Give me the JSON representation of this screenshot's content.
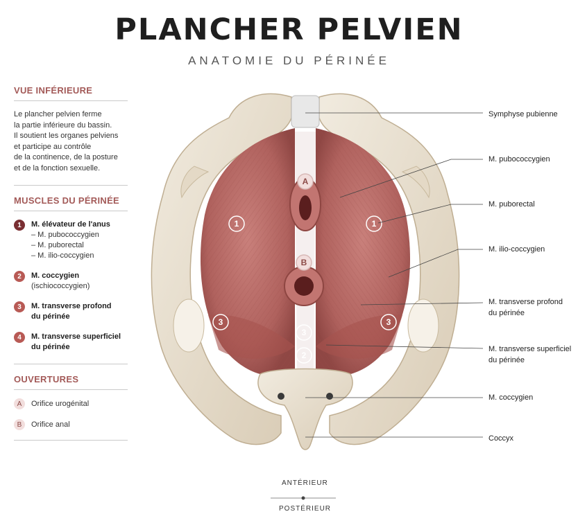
{
  "title": "PLANCHER PELVIEN",
  "subtitle": "ANATOMIE DU PÉRINÉE",
  "sidebar": {
    "section_inferior": "VUE INFÉRIEURE",
    "intro": "Le plancher pelvien ferme\nla partie inférieure du bassin.\nIl soutient les organes pelviens\net participe au contrôle\nde la continence, de la posture\net de la fonction sexuelle.",
    "section_muscles": "MUSCLES DU PÉRINÉE",
    "muscles": [
      {
        "num": "1",
        "name": "M. élévateur de l'anus",
        "subs": [
          "– M. pubococcygien",
          "– M. puborectal",
          "– M. ilio-coccygien"
        ]
      },
      {
        "num": "2",
        "name": "M. coccygien",
        "subs": [
          "(ischiococcygien)"
        ]
      },
      {
        "num": "3",
        "name": "M. transverse profond\ndu périnée",
        "subs": []
      },
      {
        "num": "4",
        "name": "M. transverse superficiel\ndu périnée",
        "subs": []
      }
    ],
    "section_openings": "OUVERTURES",
    "openings": [
      {
        "letter": "A",
        "label": "Orifice urogénital"
      },
      {
        "letter": "B",
        "label": "Orifice anal"
      }
    ]
  },
  "figure": {
    "markers": [
      "A",
      "B",
      "1",
      "1",
      "3",
      "3",
      "3",
      "2"
    ]
  },
  "labels": [
    {
      "text": "Symphyse pubienne"
    },
    {
      "text": "M. pubococcygien"
    },
    {
      "text": "M. puborectal"
    },
    {
      "text": "M. ilio-coccygien"
    },
    {
      "text": "M. transverse profond\ndu périnée"
    },
    {
      "text": "M. transverse superficiel\ndu périnée"
    },
    {
      "text": "M. coccygien"
    },
    {
      "text": "Coccyx"
    }
  ],
  "orientation": {
    "anterior": "ANTÉRIEUR",
    "posterior": "POSTÉRIEUR"
  },
  "colors": {
    "accent": "#a35a58",
    "badge_dark": "#7a2f33",
    "muscle": "#b96a66",
    "bone": "#e8dfd0"
  }
}
